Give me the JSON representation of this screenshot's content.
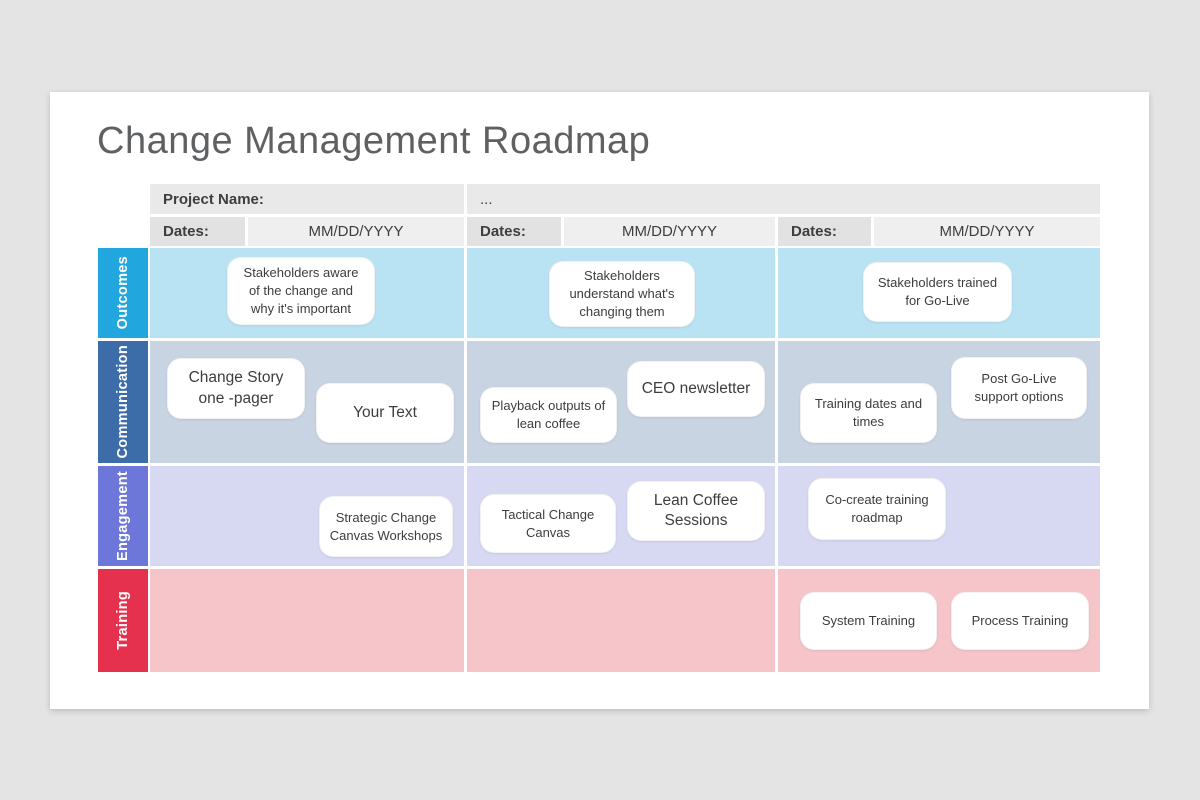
{
  "slide": {
    "title": "Change Management Roadmap"
  },
  "colors": {
    "page_background": "#e5e4e5",
    "slide_background": "#ffffff",
    "title_text": "#5e6062",
    "header_cell": "#e9e9e9",
    "dates_label_cell": "#e2e2e2",
    "dates_value_cell": "#efefef",
    "outcomes_accent": "#21a7de",
    "outcomes_band": "#b9e3f3",
    "communication_accent": "#3d6da9",
    "communication_band": "#c8d4e2",
    "engagement_accent": "#6c77d9",
    "engagement_band": "#d7d9f3",
    "training_accent": "#e6314e",
    "training_band": "#f5c5ca"
  },
  "header": {
    "project_label": "Project Name:",
    "project_value": "...",
    "date_groups": [
      {
        "label": "Dates:",
        "value": "MM/DD/YYYY"
      },
      {
        "label": "Dates:",
        "value": "MM/DD/YYYY"
      },
      {
        "label": "Dates:",
        "value": "MM/DD/YYYY"
      }
    ]
  },
  "rows": [
    {
      "label": "Outcomes",
      "cards": [
        {
          "text": "Stakeholders aware of the change and why it's important"
        },
        {
          "text": "Stakeholders understand what's changing them"
        },
        {
          "text": "Stakeholders trained for Go-Live"
        }
      ]
    },
    {
      "label": "Communication",
      "cards": [
        {
          "text": "Change Story one -pager"
        },
        {
          "text": "Your Text"
        },
        {
          "text": "Playback outputs of lean coffee"
        },
        {
          "text": "CEO newsletter"
        },
        {
          "text": "Training dates and times"
        },
        {
          "text": "Post Go-Live support options"
        }
      ]
    },
    {
      "label": "Engagement",
      "cards": [
        {
          "text": "Strategic Change Canvas Workshops"
        },
        {
          "text": "Tactical Change Canvas"
        },
        {
          "text": "Lean Coffee Sessions"
        },
        {
          "text": "Co-create training roadmap"
        }
      ]
    },
    {
      "label": "Training",
      "cards": [
        {
          "text": "System Training"
        },
        {
          "text": "Process Training"
        }
      ]
    }
  ]
}
